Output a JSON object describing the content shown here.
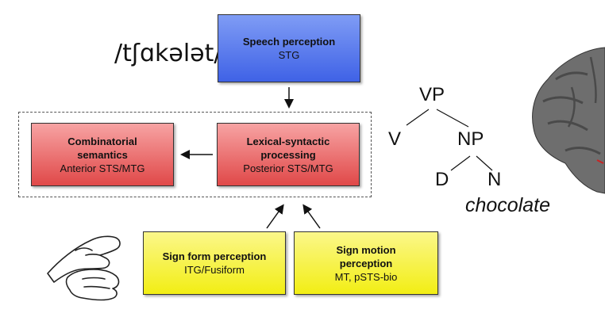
{
  "phonetic_transcription": "/tʃɑkələt/",
  "boxes": {
    "speech_perception": {
      "title": "Speech perception",
      "region": "STG",
      "color": "#4a6cf0"
    },
    "lexical_syntactic": {
      "title": "Lexical-syntactic processing",
      "region": "Posterior STS/MTG",
      "color": "#e04848"
    },
    "combinatorial": {
      "title": "Combinatorial semantics",
      "region": "Anterior STS/MTG",
      "color": "#e04848"
    },
    "sign_form": {
      "title": "Sign form perception",
      "region": "ITG/Fusiform",
      "color": "#f2ee14"
    },
    "sign_motion": {
      "title": "Sign motion perception",
      "region": "MT, pSTS-bio",
      "color": "#f2ee14"
    }
  },
  "tree": {
    "root": "VP",
    "left": "V",
    "np": "NP",
    "det": "D",
    "noun": "N",
    "word": "chocolate"
  },
  "icons": [
    "signing-hands-icon",
    "brain-icon"
  ]
}
